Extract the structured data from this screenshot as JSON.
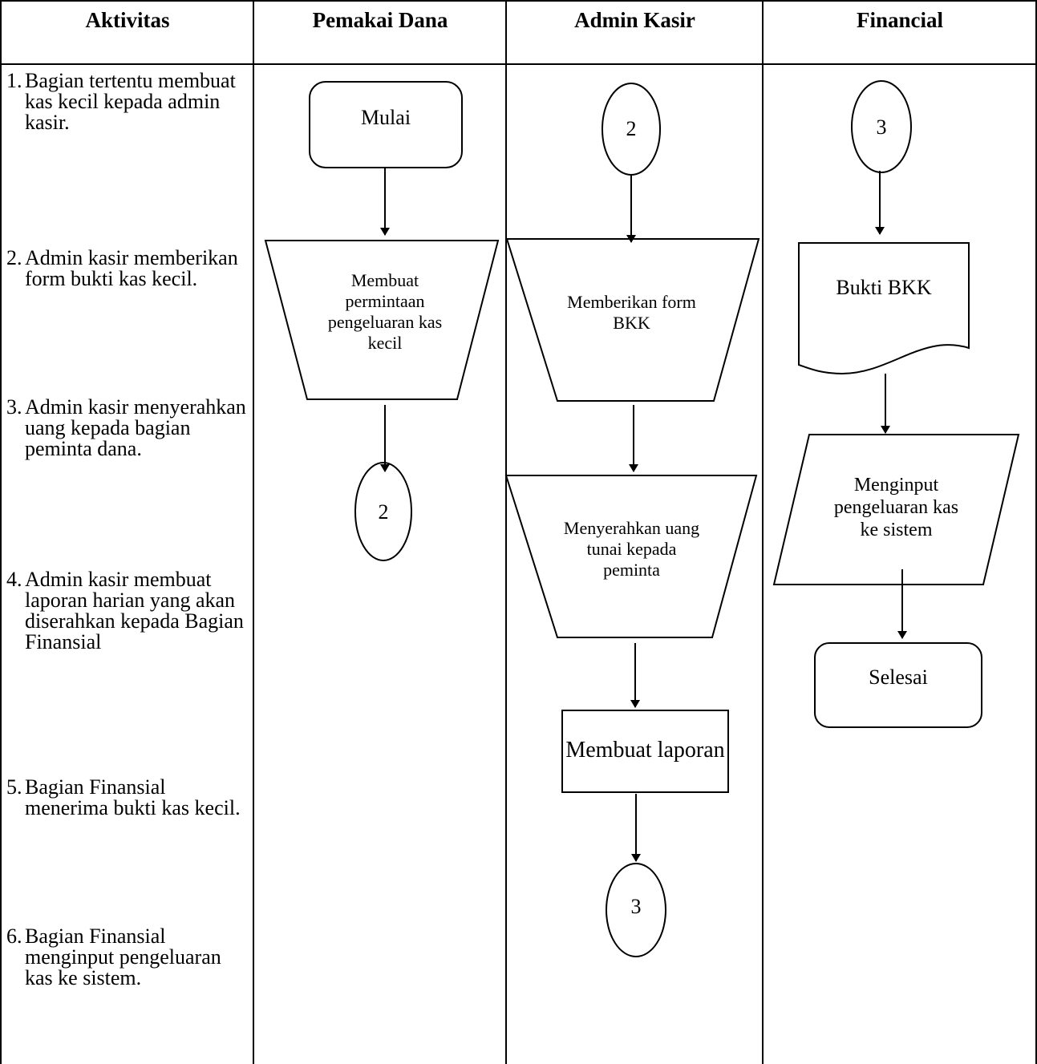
{
  "columns": {
    "aktivitas": "Aktivitas",
    "pemakai_dana": "Pemakai Dana",
    "admin_kasir": "Admin Kasir",
    "financial": "Financial"
  },
  "activities": [
    {
      "num": "1.",
      "text": "Bagian tertentu membuat kas kecil kepada admin kasir."
    },
    {
      "num": "2.",
      "text": "Admin kasir memberikan form bukti kas kecil."
    },
    {
      "num": "3.",
      "text": "Admin kasir menyerahkan uang kepada bagian peminta dana."
    },
    {
      "num": "4.",
      "text": "Admin kasir membuat laporan harian yang akan diserahkan kepada Bagian Finansial"
    },
    {
      "num": "5.",
      "text": "Bagian Finansial menerima bukti kas kecil."
    },
    {
      "num": "6.",
      "text": "Bagian Finansial menginput pengeluaran kas ke sistem."
    }
  ],
  "nodes": {
    "mulai": "Mulai",
    "membuat_permintaan": "Membuat permintaan pengeluaran kas kecil",
    "connector_2_out": "2",
    "connector_2_in": "2",
    "memberikan_form": "Memberikan form BKK",
    "menyerahkan_uang": "Menyerahkan uang tunai kepada peminta",
    "membuat_laporan": "Membuat laporan",
    "connector_3_out": "3",
    "connector_3_in": "3",
    "bukti_bkk": "Bukti BKK",
    "menginput": "Menginput pengeluaran kas ke sistem",
    "selesai": "Selesai"
  }
}
